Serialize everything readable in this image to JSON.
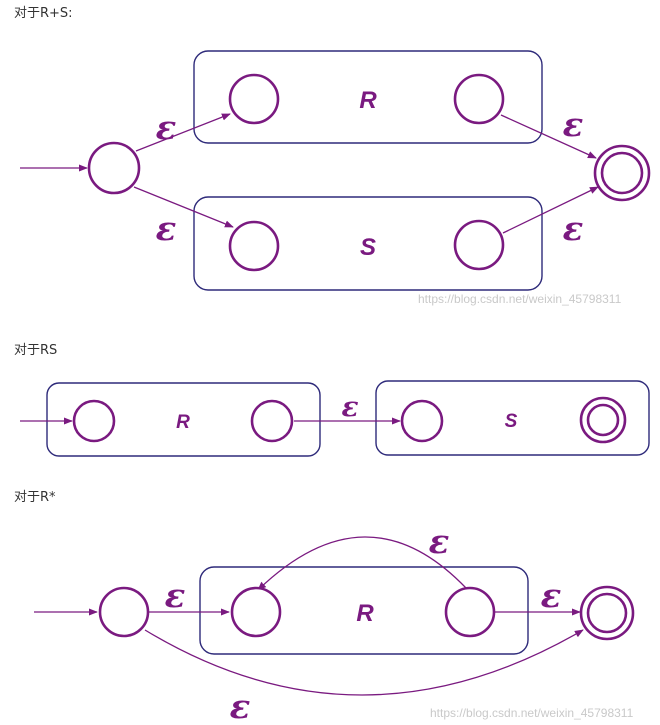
{
  "headings": {
    "union": "对于R+S:",
    "concat": "对于RS",
    "star": "对于R*"
  },
  "watermark": "https://blog.csdn.net/weixin_45798311",
  "labels": {
    "epsilon": "ε",
    "R": "R",
    "S": "S"
  },
  "colors": {
    "state": "#7a1a80",
    "box": "#2e2a7a"
  }
}
